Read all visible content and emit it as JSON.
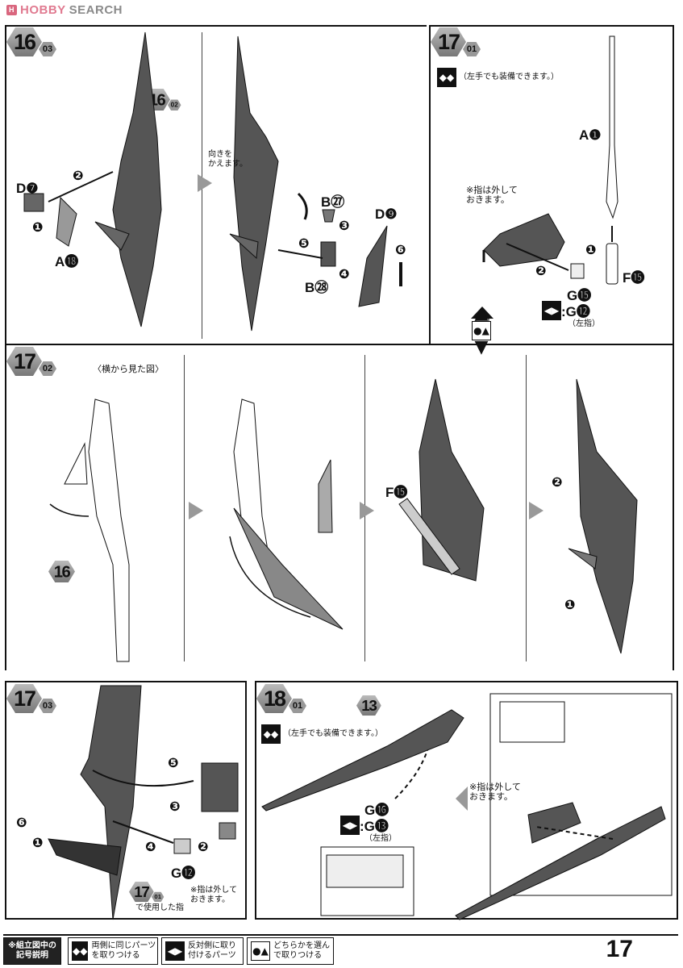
{
  "header": {
    "logo_mark": "H",
    "logo_hobby": "HOBBY",
    "logo_search": "SEARCH"
  },
  "step16_03": {
    "num": "16",
    "sub": "03",
    "ref_num": "16",
    "ref_sub": "02",
    "turn_note": "向きを\nかえます。",
    "labels": {
      "d7": "D❼",
      "a18": "A⓲",
      "b27": "B㉗",
      "b28": "B㉘",
      "d9": "D❾"
    },
    "steps": [
      "❶",
      "❷",
      "❸",
      "❹",
      "❺",
      "❻"
    ]
  },
  "step17_01": {
    "num": "17",
    "sub": "01",
    "both_note": "（左手でも装備できます。）",
    "finger_note": "※指は外して\nおきます。",
    "labels": {
      "a1": "A❶",
      "f15": "F⓯",
      "g15": "G⓯",
      "g12": ":G⓬",
      "left_finger": "（左指）"
    },
    "steps": [
      "❶",
      "❷"
    ]
  },
  "step17_02": {
    "num": "17",
    "sub": "02",
    "side_view": "〈横から見た図〉",
    "ref16": "16",
    "f15": "F⓯",
    "steps": [
      "❶",
      "❷"
    ]
  },
  "step17_03": {
    "num": "17",
    "sub": "03",
    "g12": "G⓬",
    "ref_num": "17",
    "ref_sub": "01",
    "used_finger": "で使用した指",
    "finger_note": "※指は外して\nおきます。",
    "steps": [
      "❶",
      "❷",
      "❸",
      "❹",
      "❺",
      "❻"
    ]
  },
  "step18_01": {
    "num": "18",
    "sub": "01",
    "ref13": "13",
    "both_note": "（左手でも装備できます。）",
    "g16": "G⓰",
    "g13": ":G⓭",
    "left_finger": "（左指）",
    "finger_note": "※指は外して\nおきます。"
  },
  "footer": {
    "heading": "※組立図中の\n記号説明",
    "items": [
      {
        "icon": "both-sides-icon",
        "label": "両側に同じパーツ\nを取りつける"
      },
      {
        "icon": "opposite-side-icon",
        "label": "反対側に取り\n付けるパーツ"
      },
      {
        "icon": "choose-one-icon",
        "label": "どちらかを選ん\nで取りつける"
      }
    ],
    "page": "17"
  }
}
